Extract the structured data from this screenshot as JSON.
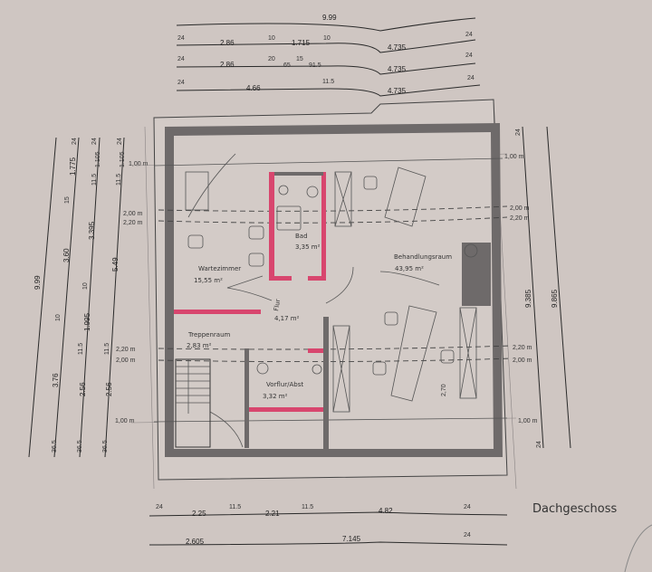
{
  "title": "Dachgeschoss",
  "dimensions": {
    "top": [
      [
        "9.99"
      ],
      [
        "24",
        "2.86",
        "10",
        "1.715",
        "10",
        "4.735",
        "24"
      ],
      [
        "24",
        "2.86",
        "20",
        "65",
        "15",
        "91.5",
        "4.735",
        "24"
      ],
      [
        "24",
        "4.66",
        "11.5",
        "4.735",
        "24"
      ]
    ],
    "left": [
      [
        "9.99"
      ],
      [
        "24",
        "1.775",
        "15",
        "3.60",
        "10",
        "3.76",
        "36.5"
      ],
      [
        "24",
        "11.5",
        "1.105",
        "3.395",
        "10",
        "1.995",
        "11.5",
        "2.56",
        "36.5"
      ],
      [
        "24",
        "11.5",
        "1.105",
        "5.49",
        "11.5",
        "2.56",
        "36.5"
      ]
    ],
    "right": [
      [
        "24",
        "9.385",
        "24"
      ],
      [
        "9.865"
      ]
    ],
    "bottom": [
      [
        "24",
        "2.25",
        "11.5",
        "2.21",
        "11.5",
        "4.82",
        "24"
      ],
      [
        "2.605",
        "7.145",
        "24"
      ]
    ],
    "heights_left": [
      "1,00 m",
      "2,00 m",
      "2,20 m",
      "2,20 m",
      "2,00 m",
      "1,00 m"
    ],
    "heights_right": [
      "1,00 m",
      "2,00 m",
      "2,20 m",
      "2,20 m",
      "2,00 m",
      "1,00 m"
    ],
    "inner": "2,70"
  },
  "rooms": [
    {
      "name": "Wartezimmer",
      "area": "15,55 m²"
    },
    {
      "name": "Bad",
      "area": "3,35 m²"
    },
    {
      "name": "Flur",
      "area": "4,17 m²"
    },
    {
      "name": "Treppenraum",
      "area": "2,83 m²"
    },
    {
      "name": "Vorflur/Abst",
      "area": "3,32 m²"
    },
    {
      "name": "Behandlungsraum",
      "area": "43,95 m²"
    }
  ],
  "colors": {
    "paper": "#cfc6c2",
    "wall": "#6e6a6a",
    "new_wall": "#d8466e"
  }
}
